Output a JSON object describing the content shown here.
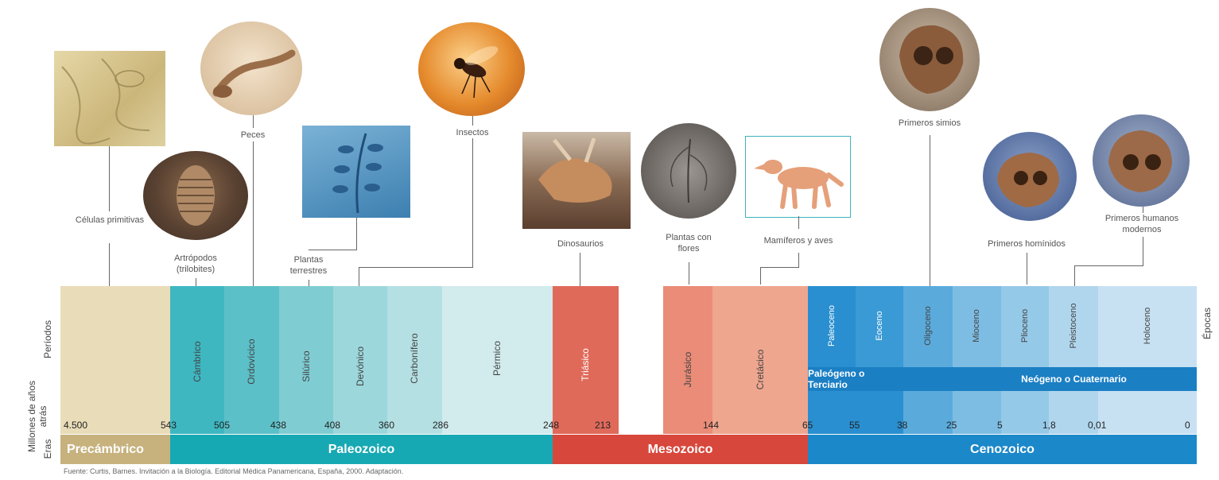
{
  "axis": {
    "left_title": "Millones de años atrás",
    "periodos": "Períodos",
    "eras": "Eras",
    "epocas": "Épocas"
  },
  "periods": [
    "Cámbrico",
    "Ordovícico",
    "Silúrico",
    "Devónico",
    "Carbonífero",
    "Pérmico",
    "Triásico",
    "Jurásico",
    "Cretácico"
  ],
  "epochs": [
    "Paleoceno",
    "Eoceno",
    "Oligoceno",
    "Mioceno",
    "Plioceno",
    "Pleistoceno",
    "Holoceno"
  ],
  "subdivisions": [
    "Paleógeno o Terciario",
    "Neógeno o Cuaternario"
  ],
  "eras": [
    "Precámbrico",
    "Paleozoico",
    "Mesozoico",
    "Cenozoico"
  ],
  "ages": [
    "4.500",
    "543",
    "505",
    "438",
    "408",
    "360",
    "286",
    "248",
    "213",
    "144",
    "65",
    "55",
    "38",
    "25",
    "5",
    "1,8",
    "0,01",
    "0"
  ],
  "events": {
    "celulas": "Células primitivas",
    "artropodos": "Artrópodos (trilobites)",
    "peces": "Peces",
    "plantas_terrestres": "Plantas terrestres",
    "insectos": "Insectos",
    "dinosaurios": "Dinosaurios",
    "plantas_flores": "Plantas con flores",
    "mamiferos": "Mamíferos y aves",
    "simios": "Primeros simios",
    "hominidos": "Primeros homínidos",
    "humanos": "Primeros humanos modernos"
  },
  "source": "Fuente: Curtis, Barnes. Invitación a la Biología. Editorial Médica Panamericana, España, 2000. Adaptación.",
  "colors": {
    "precambrico": "#d8c79a",
    "paleozoico": "#17a9b3",
    "mesozoico": "#d8473c",
    "cenozoico": "#1b88c9"
  }
}
